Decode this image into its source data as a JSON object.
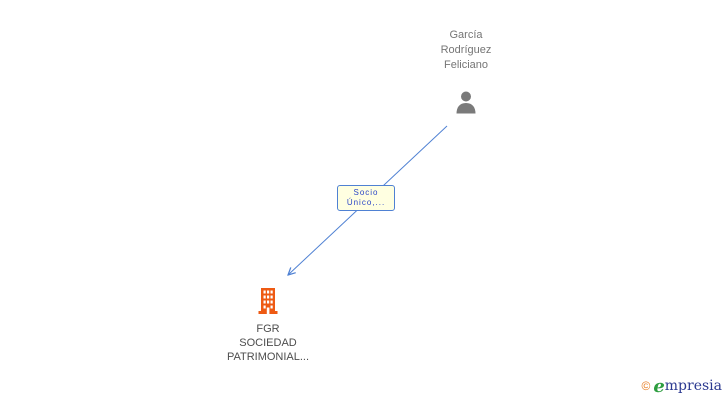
{
  "person": {
    "name_lines": [
      "García",
      "Rodríguez",
      "Feliciano"
    ]
  },
  "edge": {
    "label_lines": [
      "Socio",
      "Único,..."
    ]
  },
  "company": {
    "name_lines": [
      "FGR",
      "SOCIEDAD",
      "PATRIMONIAL..."
    ]
  },
  "footer": {
    "copyright": "©",
    "logo_e": "e",
    "logo_rest": "mpresia"
  },
  "colors": {
    "accent_blue": "#4f81d3",
    "edge_text_blue": "#2a46c8",
    "label_bg": "#ffffe1",
    "person_gray": "#7a7a7a",
    "building_orange": "#ee5a13",
    "text_gray": "#757575",
    "text_dark": "#4d4d4d",
    "logo_green": "#2e9e40",
    "logo_blue": "#2b3990",
    "copyright_orange": "#e87b1e"
  }
}
